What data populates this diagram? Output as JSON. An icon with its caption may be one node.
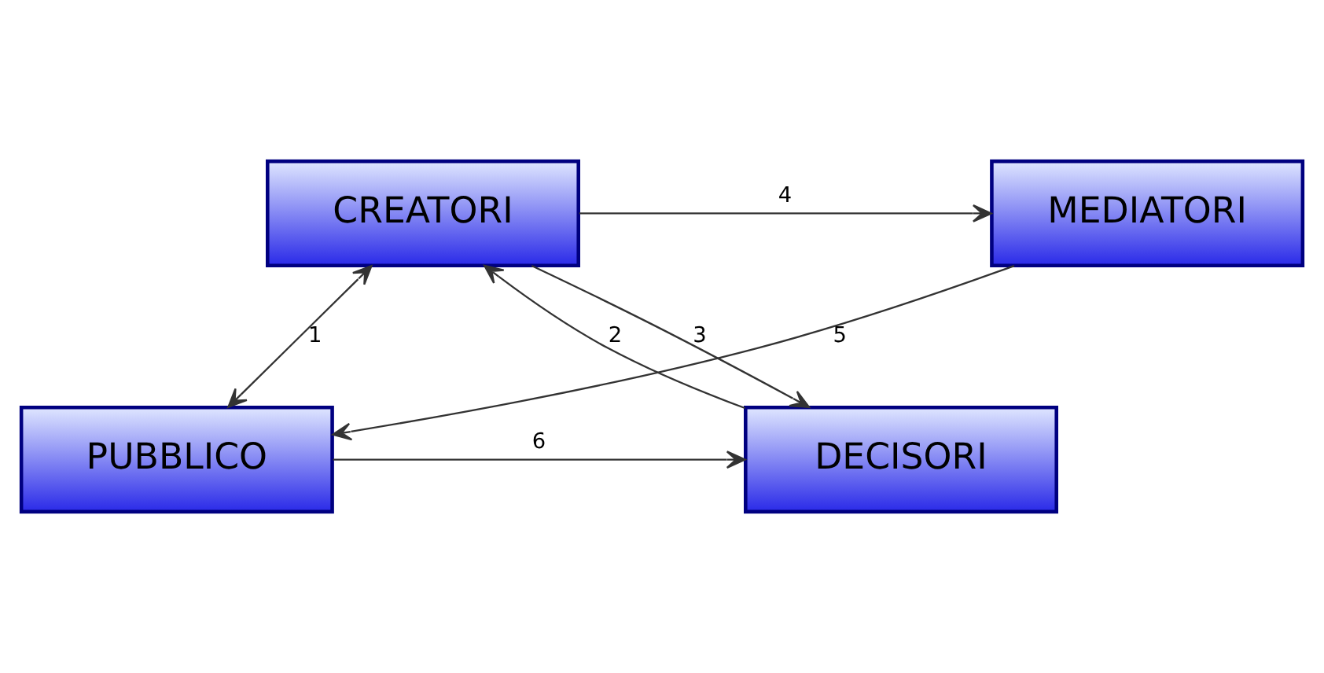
{
  "diagram": {
    "nodes": [
      {
        "text": [
          "CREATORI"
        ]
      },
      {
        "text": [
          "MEDIATORI"
        ]
      },
      {
        "text": [
          "DECISORI"
        ]
      },
      {
        "text": [
          "PUBBLICO"
        ]
      }
    ],
    "edges": [
      {
        "from": 0,
        "to": 1,
        "arrow": "to",
        "label": "4"
      },
      {
        "from": 0,
        "to": 2,
        "arrow": "to",
        "label": "3"
      },
      {
        "from": 2,
        "to": 0,
        "arrow": "to",
        "label": "2"
      },
      {
        "from": 0,
        "to": 3,
        "arrow": "both",
        "label": "1"
      },
      {
        "from": 1,
        "to": 3,
        "arrow": "to",
        "label": "5"
      },
      {
        "from": 3,
        "to": 2,
        "arrow": "to",
        "label": "6"
      }
    ]
  }
}
